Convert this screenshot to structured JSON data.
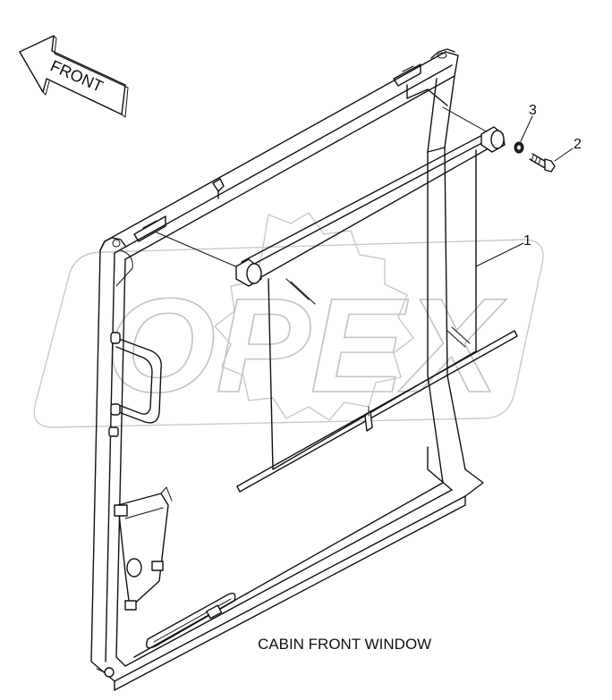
{
  "arrow": {
    "label": "FRONT"
  },
  "callouts": [
    {
      "number": "1"
    },
    {
      "number": "2"
    },
    {
      "number": "3"
    }
  ],
  "caption": "CABIN FRONT WINDOW",
  "watermark": {
    "text": "OPEX"
  }
}
